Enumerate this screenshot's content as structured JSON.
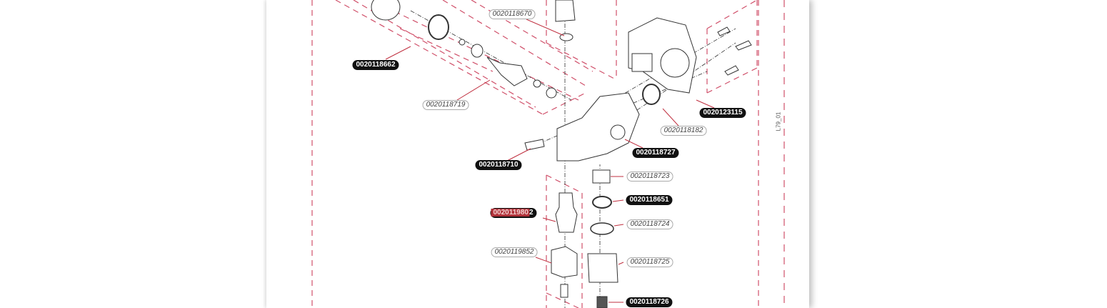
{
  "drawing_code": "L79_01",
  "labels": {
    "p0020118670": "0020118670",
    "p0020118662": "0020118662",
    "p0020118719": "0020118719",
    "p0020118710": "0020118710",
    "p0020123115": "0020123115",
    "p0020118182": "0020118182",
    "p0020118727": "0020118727",
    "p0020118723": "0020118723",
    "p0020118651": "0020118651",
    "p0020118724": "0020118724",
    "p0020118725": "0020118725",
    "p0020118726": "0020118726",
    "p0020119852": "0020119852",
    "p0020119802_highlight": "002011980",
    "p0020119802_rest": "2"
  },
  "colors": {
    "dash": "#d0506a",
    "leader": "#c03040",
    "highlight": "#b0323a"
  }
}
